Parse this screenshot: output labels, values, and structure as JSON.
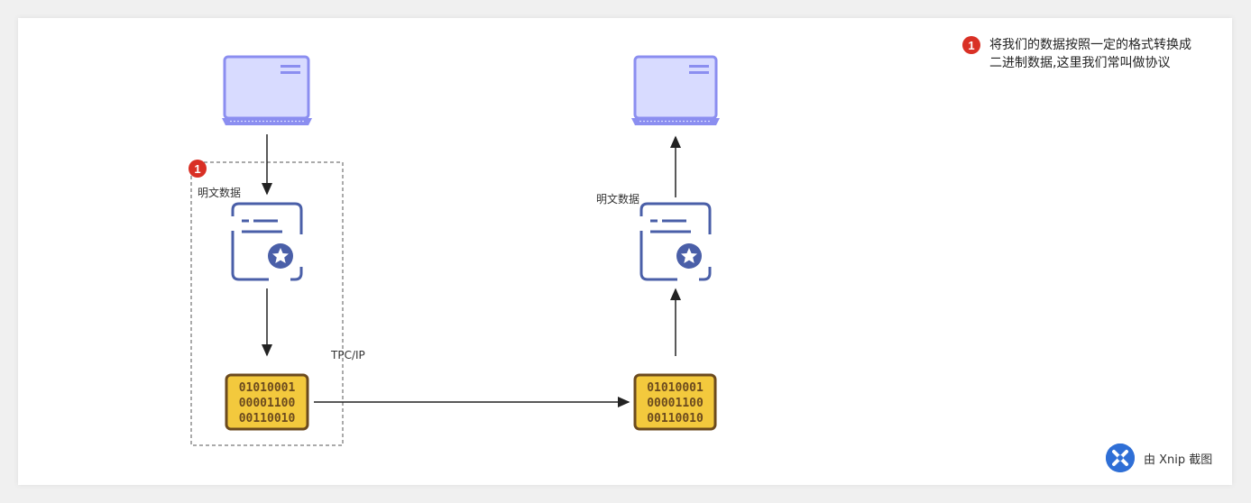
{
  "labels": {
    "plaintext_left": "明文数据",
    "plaintext_right": "明文数据",
    "protocol": "TPC/IP"
  },
  "badges": {
    "step_left": "1",
    "step_note": "1"
  },
  "note": {
    "line1": "将我们的数据按照一定的格式转换成",
    "line2": "二进制数据,这里我们常叫做协议"
  },
  "binary_rows": [
    "01010001",
    "00001100",
    "00110010"
  ],
  "watermark": {
    "text": "由 Xnip 截图",
    "icon": "xnip-logo-icon"
  },
  "colors": {
    "laptop": "#8b8ef0",
    "document": "#4a5fa8",
    "binary_fill": "#f3c93d",
    "binary_border": "#6b4a1e",
    "badge": "#d93025",
    "arrow": "#222222"
  }
}
